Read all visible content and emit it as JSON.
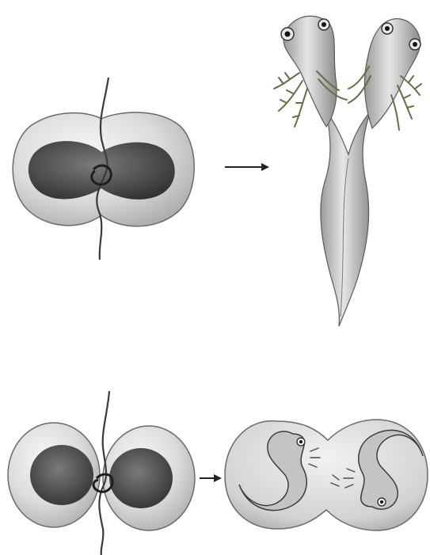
{
  "figure": {
    "background": "#ffffff",
    "ink": "#2b2b2b",
    "egg_fill": "#dedede",
    "yolk_fill": "#4a4a4a",
    "rows": [
      {
        "id": "top-row",
        "left": {
          "kind": "egg-partially-constricted",
          "icon": "constricted-egg-with-hair-loop"
        },
        "arrow": "right-arrow",
        "right": {
          "kind": "conjoined-larvae",
          "icon": "two-headed-larva"
        }
      },
      {
        "id": "bottom-row",
        "left": {
          "kind": "egg-fully-constricted",
          "icon": "divided-egg-with-hair-loop"
        },
        "arrow": "right-arrow",
        "right": {
          "kind": "twin-embryos-in-membrane",
          "icon": "twin-embryos"
        }
      }
    ]
  }
}
